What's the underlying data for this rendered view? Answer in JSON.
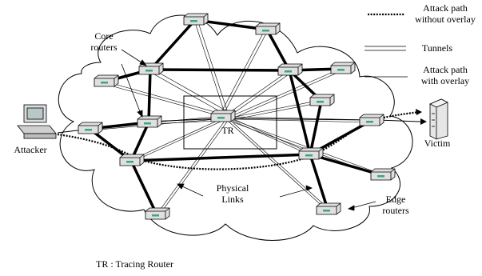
{
  "labels": {
    "core_routers": [
      "Core",
      "routers"
    ],
    "attacker": "Attacker",
    "victim": "Victim",
    "tr": "TR",
    "physical_links": [
      "Physical",
      "Links"
    ],
    "edge_routers": [
      "Edge",
      "routers"
    ],
    "footnote": "TR : Tracing Router"
  },
  "legend": {
    "attack_path_no_overlay": [
      "Attack path",
      "without overlay"
    ],
    "tunnels": "Tunnels",
    "attack_path_overlay": [
      "Attack path",
      "with overlay"
    ]
  },
  "colors": {
    "ink": "#000000",
    "router_fill": "#d8d8d8",
    "router_led": "#3aa58a",
    "tr_box": "#ffffff"
  },
  "icons": [
    "router-icon",
    "computer-icon",
    "server-icon",
    "cloud-outline"
  ]
}
